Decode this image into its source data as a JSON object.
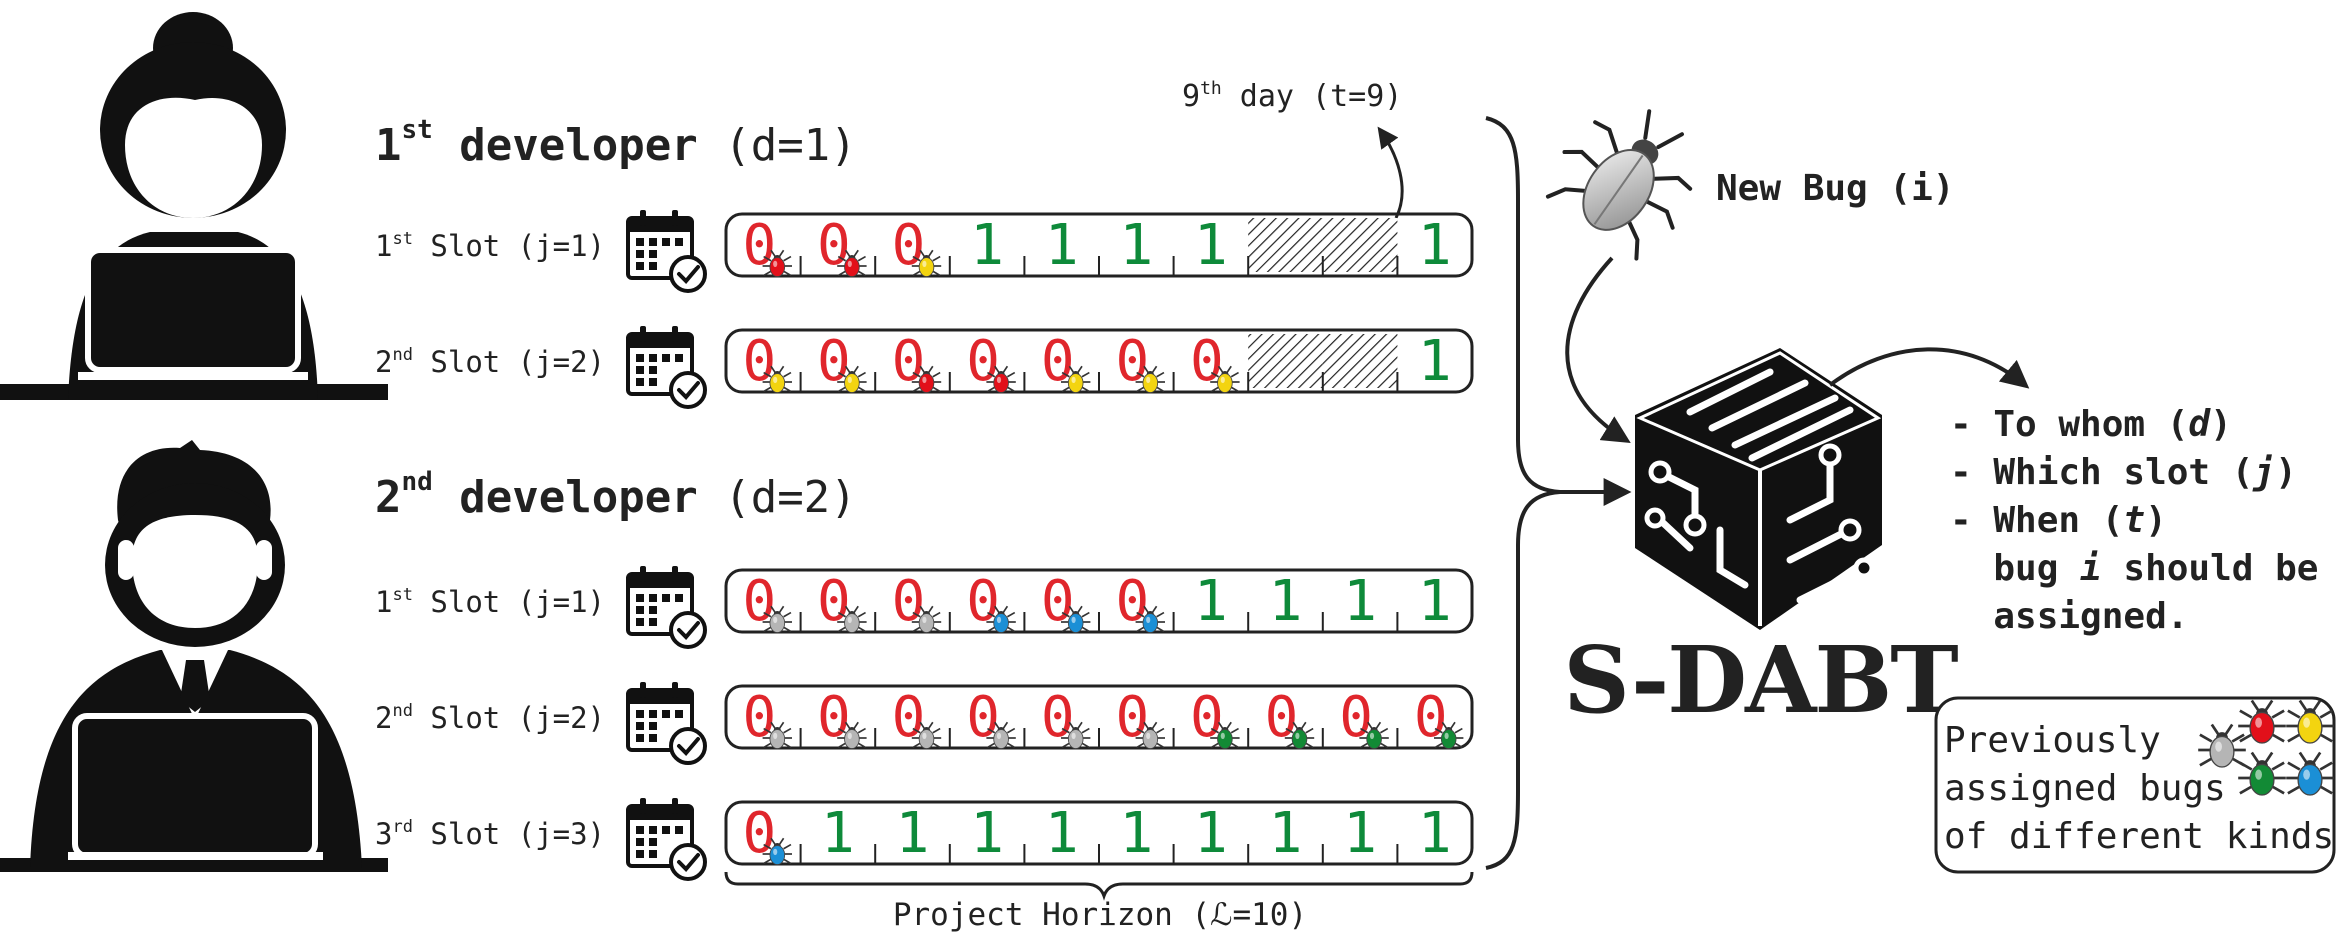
{
  "colors": {
    "zero": "#e0262c",
    "one": "#0e8a3a",
    "ink": "#222222",
    "bug_red": "#e2101a",
    "bug_yellow": "#f3d410",
    "bug_gray": "#b5b5b5",
    "bug_blue": "#1b8fd6",
    "bug_green": "#128a35",
    "new_bug": "#a9a9a9"
  },
  "icons": {
    "female_developer": "female-developer-icon",
    "male_developer": "male-developer-icon",
    "calendar": "calendar-check-icon",
    "bug": "bug-icon",
    "cube": "circuit-cube-icon"
  },
  "annotation": {
    "day_ordinal": "9",
    "day_sup": "th",
    "day_rest": " day (t=9)"
  },
  "developers": [
    {
      "ordinal": "1",
      "sup": "st",
      "word": " developer",
      "paren": " (d=1)",
      "icon": "female",
      "slots": [
        {
          "ord": "1",
          "sup": "st",
          "rest": " Slot (j=1)",
          "cells": [
            "0",
            "0",
            "0",
            "1",
            "1",
            "1",
            "1",
            "x",
            "x",
            "1"
          ],
          "bugs": [
            "red",
            "red",
            "yellow",
            null,
            null,
            null,
            null,
            null,
            null,
            null
          ]
        },
        {
          "ord": "2",
          "sup": "nd",
          "rest": " Slot (j=2)",
          "cells": [
            "0",
            "0",
            "0",
            "0",
            "0",
            "0",
            "0",
            "x",
            "x",
            "1"
          ],
          "bugs": [
            "yellow",
            "yellow",
            "red",
            "red",
            "yellow",
            "yellow",
            "yellow",
            null,
            null,
            null
          ]
        }
      ]
    },
    {
      "ordinal": "2",
      "sup": "nd",
      "word": " developer",
      "paren": " (d=2)",
      "icon": "male",
      "slots": [
        {
          "ord": "1",
          "sup": "st",
          "rest": " Slot (j=1)",
          "cells": [
            "0",
            "0",
            "0",
            "0",
            "0",
            "0",
            "1",
            "1",
            "1",
            "1"
          ],
          "bugs": [
            "gray",
            "gray",
            "gray",
            "blue",
            "blue",
            "blue",
            null,
            null,
            null,
            null
          ]
        },
        {
          "ord": "2",
          "sup": "nd",
          "rest": " Slot (j=2)",
          "cells": [
            "0",
            "0",
            "0",
            "0",
            "0",
            "0",
            "0",
            "0",
            "0",
            "0"
          ],
          "bugs": [
            "gray",
            "gray",
            "gray",
            "gray",
            "gray",
            "gray",
            "green",
            "green",
            "green",
            "green"
          ]
        },
        {
          "ord": "3",
          "sup": "rd",
          "rest": " Slot (j=3)",
          "cells": [
            "0",
            "1",
            "1",
            "1",
            "1",
            "1",
            "1",
            "1",
            "1",
            "1"
          ],
          "bugs": [
            "blue",
            null,
            null,
            null,
            null,
            null,
            null,
            null,
            null,
            null
          ]
        }
      ]
    }
  ],
  "horizon_label": "Project Horizon (ℒ=10)",
  "new_bug_label": "New Bug (i)",
  "brand": "S-DABT",
  "questions": [
    {
      "text": "- To whom (",
      "var": "d",
      "end": ")"
    },
    {
      "text": "- Which slot (",
      "var": "j",
      "end": ")"
    },
    {
      "text": "- When (",
      "var": "t",
      "end": ")"
    },
    {
      "text": "  bug ",
      "var": "i",
      "end": " should be"
    },
    {
      "text": "  assigned.",
      "var": "",
      "end": ""
    }
  ],
  "legend": {
    "lines": [
      "Previously",
      "assigned bugs",
      "of different kinds"
    ]
  }
}
